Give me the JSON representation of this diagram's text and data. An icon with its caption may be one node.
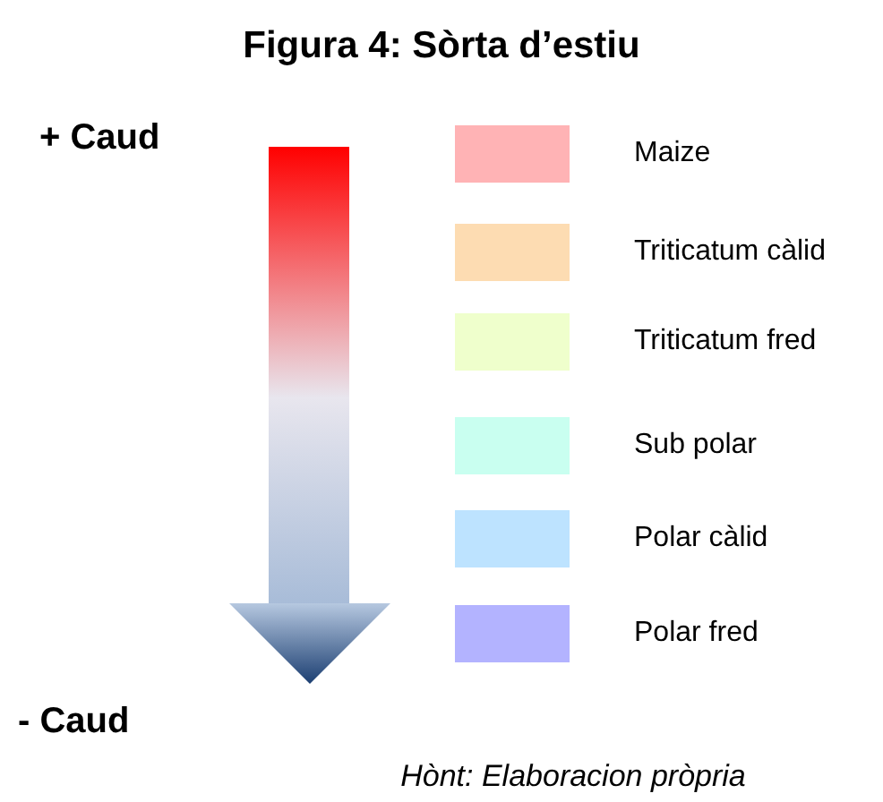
{
  "diagram": {
    "title": "Figura 4: Sòrta d’estiu",
    "caption": "Hònt: Elaboracion pròpria",
    "labels": [
      "+ Caud",
      "- Caud"
    ],
    "legend": [
      {
        "text": "Maize",
        "color": "#ffb3b5"
      },
      {
        "text": "Triticatum càlid",
        "color": "#fddcb2"
      },
      {
        "text": "Triticatum fred",
        "color": "#efffcc"
      },
      {
        "text": "Sub polar",
        "color": "#c9fff0"
      },
      {
        "text": "Polar càlid",
        "color": "#bde3ff"
      },
      {
        "text": "Polar fred",
        "color": "#b3b3ff"
      }
    ]
  }
}
